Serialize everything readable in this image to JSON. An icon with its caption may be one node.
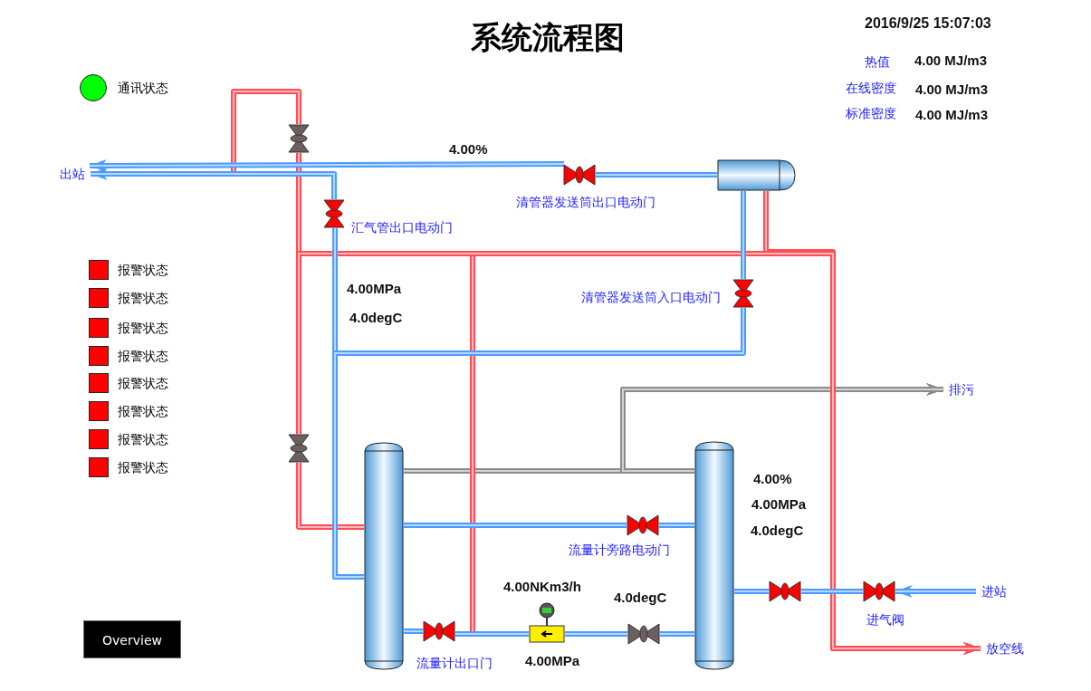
{
  "diagram": {
    "title": "系统流程图",
    "nodes": [
      {
        "text": [],
        "shape": "cylinder"
      },
      {
        "text": [],
        "shape": "cylinder",
        "beside": [
          "4.00%",
          "4.00MPa",
          "4.0degC"
        ]
      },
      {
        "text": [],
        "shape": "cylinder"
      },
      {
        "text": [],
        "shape": "valve",
        "beside": [
          "清管器发送筒出口电动门"
        ]
      },
      {
        "text": [],
        "shape": "valve",
        "beside": [
          "汇气管出口电动门"
        ]
      },
      {
        "text": [],
        "shape": "valve",
        "beside": [
          "清管器发送筒入口电动门"
        ]
      },
      {
        "text": [],
        "shape": "valve"
      },
      {
        "text": [],
        "shape": "valve"
      },
      {
        "text": [],
        "shape": "valve",
        "beside": [
          "流量计旁路电动门"
        ]
      },
      {
        "text": [],
        "shape": "valve",
        "beside": [
          "流量计出口门"
        ]
      },
      {
        "text": [],
        "shape": "meter",
        "beside": [
          "4.00NKm3/h",
          "4.00MPa"
        ]
      },
      {
        "text": [],
        "shape": "valve",
        "beside": [
          "4.0degC"
        ]
      },
      {
        "text": [],
        "shape": "valve"
      },
      {
        "text": [],
        "shape": "valve",
        "beside": [
          "进气阀"
        ]
      },
      {
        "text": [
          "出站"
        ]
      },
      {
        "text": [
          "排污"
        ]
      },
      {
        "text": [
          "进站"
        ]
      },
      {
        "text": [
          "放空线"
        ]
      }
    ],
    "edges": [
      {
        "from": 16,
        "to": 13,
        "arrow": "to"
      },
      {
        "from": 13,
        "to": 12,
        "arrow": "none"
      },
      {
        "from": 12,
        "to": 1,
        "arrow": "none"
      },
      {
        "from": 1,
        "to": 11,
        "arrow": "none"
      },
      {
        "from": 11,
        "to": 10,
        "arrow": "none"
      },
      {
        "from": 10,
        "to": 9,
        "arrow": "none"
      },
      {
        "from": 9,
        "to": 0,
        "arrow": "none"
      },
      {
        "from": 1,
        "to": 8,
        "arrow": "none"
      },
      {
        "from": 8,
        "to": 0,
        "arrow": "none"
      },
      {
        "from": 0,
        "to": 15,
        "arrow": "to",
        "color": "#8c8c8c"
      },
      {
        "from": 1,
        "to": 15,
        "arrow": "to",
        "color": "#8c8c8c"
      },
      {
        "from": 0,
        "to": 4,
        "arrow": "none"
      },
      {
        "from": 4,
        "to": 14,
        "arrow": "to"
      },
      {
        "from": 0,
        "to": 5,
        "arrow": "none"
      },
      {
        "from": 5,
        "to": 2,
        "arrow": "none"
      },
      {
        "from": 2,
        "to": 3,
        "arrow": "none"
      },
      {
        "from": 3,
        "to": 14,
        "arrow": "to"
      },
      {
        "from": 0,
        "to": 7,
        "arrow": "none",
        "color": "#ff4d55"
      },
      {
        "from": 7,
        "to": 6,
        "arrow": "none",
        "color": "#ff4d55"
      },
      {
        "from": 6,
        "to": 14,
        "arrow": "none",
        "color": "#ff4d55"
      },
      {
        "from": 2,
        "to": 17,
        "arrow": "to",
        "color": "#ff4d55"
      },
      {
        "from": 9,
        "to": 17,
        "arrow": "to",
        "color": "#ff4d55"
      },
      {
        "from": 7,
        "to": 17,
        "arrow": "to",
        "color": "#ff4d55"
      }
    ],
    "labels": [
      "2016/9/25 15:07:03",
      "热值",
      "4.00 MJ/m3",
      "在线密度",
      "4.00 MJ/m3",
      "标准密度",
      "4.00 MJ/m3",
      "4.00%",
      "4.00MPa",
      "4.0degC",
      "Overview"
    ],
    "legend": [
      {
        "text": "通讯状态",
        "color": "#00ff00"
      },
      {
        "text": "报警状态",
        "color": "#ff0000"
      },
      {
        "text": "报警状态",
        "color": "#ff0000"
      },
      {
        "text": "报警状态",
        "color": "#ff0000"
      },
      {
        "text": "报警状态",
        "color": "#ff0000"
      },
      {
        "text": "报警状态",
        "color": "#ff0000"
      },
      {
        "text": "报警状态",
        "color": "#ff0000"
      },
      {
        "text": "报警状态",
        "color": "#ff0000"
      },
      {
        "text": "报警状态",
        "color": "#ff0000"
      }
    ]
  }
}
